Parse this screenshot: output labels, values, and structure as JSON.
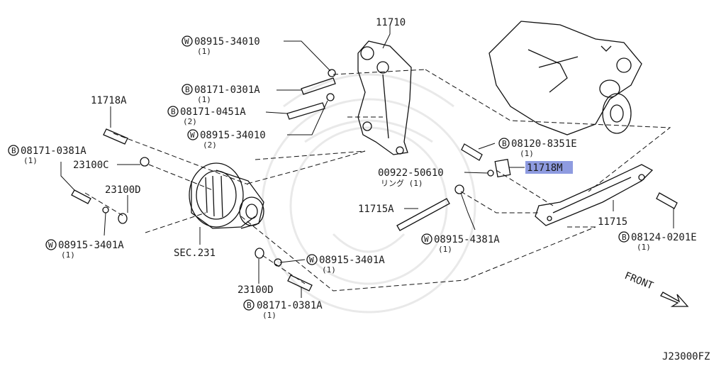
{
  "diagram_code": "J23000FZ",
  "front_label": "FRONT",
  "highlight_color": "#8e9be0",
  "callouts": [
    {
      "id": "w-08915-34010-top",
      "prefix": "W",
      "number": "08915-34010",
      "qty": "(1)"
    },
    {
      "id": "p-11710",
      "prefix": "",
      "number": "11710",
      "qty": ""
    },
    {
      "id": "b-08171-0301A",
      "prefix": "B",
      "number": "08171-0301A",
      "qty": "(1)"
    },
    {
      "id": "b-08171-0451A",
      "prefix": "B",
      "number": "08171-0451A",
      "qty": "(2)"
    },
    {
      "id": "w-08915-34010-mid",
      "prefix": "W",
      "number": "08915-34010",
      "qty": "(2)"
    },
    {
      "id": "p-11718A",
      "prefix": "",
      "number": "11718A",
      "qty": ""
    },
    {
      "id": "b-08171-0381A-left",
      "prefix": "B",
      "number": "08171-0381A",
      "qty": "(1)"
    },
    {
      "id": "p-23100C",
      "prefix": "",
      "number": "23100C",
      "qty": ""
    },
    {
      "id": "p-23100D-top",
      "prefix": "",
      "number": "23100D",
      "qty": ""
    },
    {
      "id": "w-08915-3401A-left",
      "prefix": "W",
      "number": "08915-3401A",
      "qty": "(1)"
    },
    {
      "id": "sec-231",
      "prefix": "",
      "number": "SEC.231",
      "qty": ""
    },
    {
      "id": "b-08120-8351E",
      "prefix": "B",
      "number": "08120-8351E",
      "qty": "(1)"
    },
    {
      "id": "p-11718M",
      "prefix": "",
      "number": "11718M",
      "qty": "",
      "highlighted": true
    },
    {
      "id": "p-00922-50610",
      "prefix": "",
      "number": "00922-50610",
      "qty": "リング (1)"
    },
    {
      "id": "p-11715A",
      "prefix": "",
      "number": "11715A",
      "qty": ""
    },
    {
      "id": "w-08915-4381A",
      "prefix": "W",
      "number": "08915-4381A",
      "qty": "(1)"
    },
    {
      "id": "p-11715",
      "prefix": "",
      "number": "11715",
      "qty": ""
    },
    {
      "id": "b-08124-0201E",
      "prefix": "B",
      "number": "08124-0201E",
      "qty": "(1)"
    },
    {
      "id": "w-08915-3401A-right",
      "prefix": "W",
      "number": "08915-3401A",
      "qty": "(1)"
    },
    {
      "id": "p-23100D-bottom",
      "prefix": "",
      "number": "23100D",
      "qty": ""
    },
    {
      "id": "b-08171-0381A-bottom",
      "prefix": "B",
      "number": "08171-0381A",
      "qty": "(1)"
    }
  ]
}
